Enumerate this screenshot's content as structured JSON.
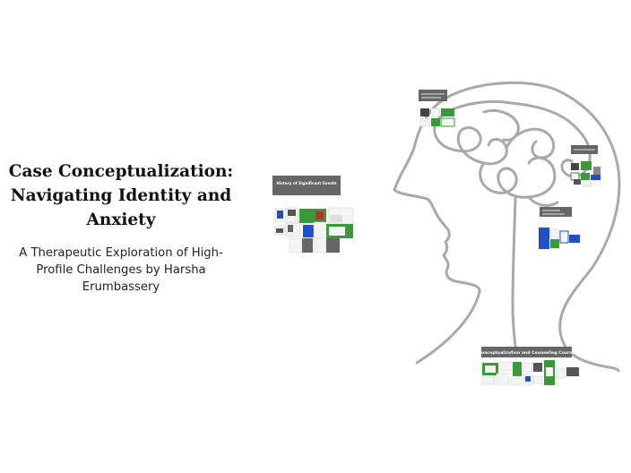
{
  "presentation": {
    "title": "Case Conceptualization: Navigating Identity and Anxiety",
    "subtitle": "A Therapeutic Exploration of High-Profile Challenges by Harsha Erumbassery"
  },
  "topics": [
    {
      "label": "History of Significant Events"
    },
    {
      "label": "Conceptualization and Counseling Course"
    }
  ],
  "colors": {
    "brain_outline": "#a9a9a9",
    "label_bg": "#666666",
    "accent_green": "#3a9a3a",
    "accent_blue": "#2050c8"
  }
}
